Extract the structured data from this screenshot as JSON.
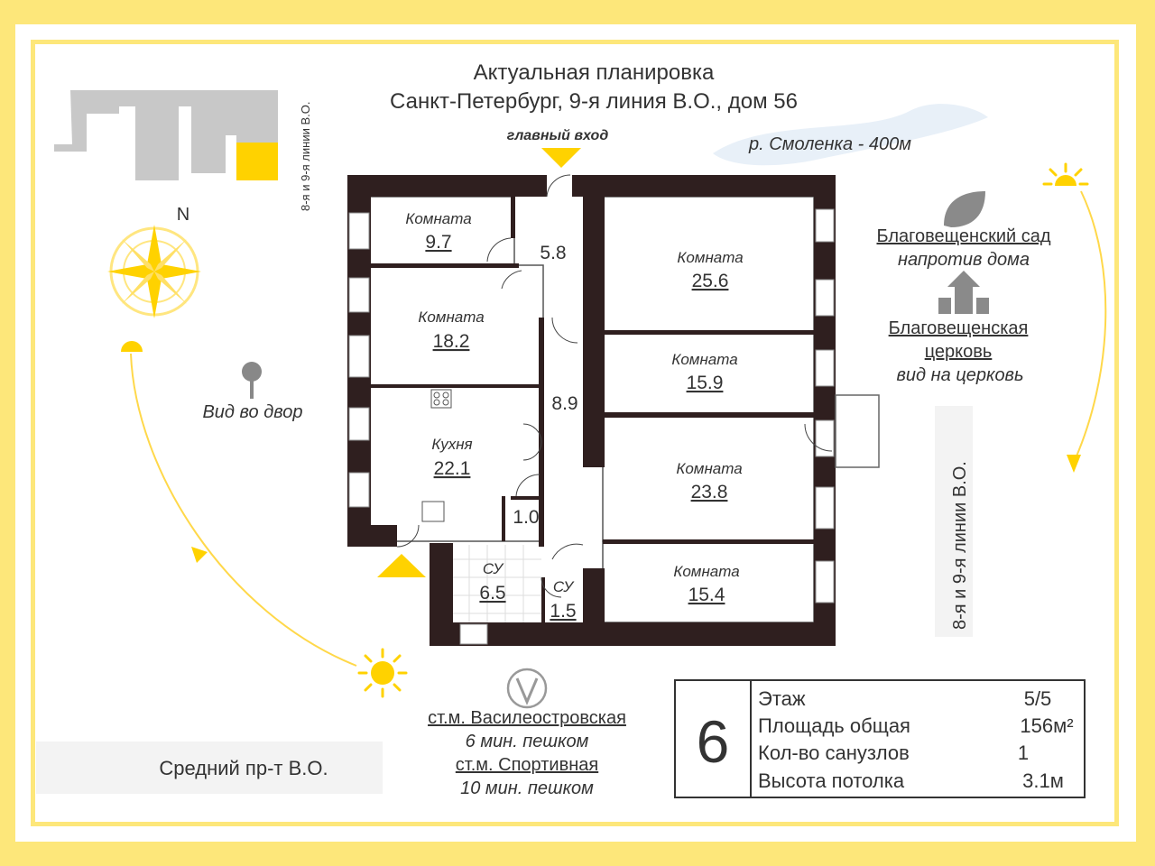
{
  "header": {
    "title": "Актуальная планировка",
    "address": "Санкт-Петербург, 9-я линия В.О., дом 56",
    "entrance_label": "главный вход",
    "river": "р. Смоленка - 400м"
  },
  "street_labels": {
    "vertical_small": "8-я и 9-я линии В.О.",
    "vertical_right": "8-я и 9-я линии В.О.",
    "bottom_left": "Средний пр-т В.О."
  },
  "compass": {
    "north": "N"
  },
  "courtyard": {
    "label": "Вид во двор"
  },
  "poi": {
    "garden_name": "Благовещенский сад",
    "garden_note": "напротив дома",
    "church_name_1": "Благовещенская",
    "church_name_2": "церковь",
    "church_note": "вид на церковь"
  },
  "metro": {
    "station1": "ст.м. Василеостровская",
    "time1": "6 мин. пешком",
    "station2": "ст.м. Спортивная",
    "time2": "10 мин. пешком"
  },
  "rooms": [
    {
      "id": "r1",
      "name": "Комната",
      "area": "9.7"
    },
    {
      "id": "hall",
      "name": "",
      "area": "5.8"
    },
    {
      "id": "r2",
      "name": "Комната",
      "area": "25.6"
    },
    {
      "id": "r3",
      "name": "Комната",
      "area": "18.2"
    },
    {
      "id": "r4",
      "name": "Комната",
      "area": "15.9"
    },
    {
      "id": "corr",
      "name": "",
      "area": "8.9"
    },
    {
      "id": "kitchen",
      "name": "Кухня",
      "area": "22.1"
    },
    {
      "id": "r5",
      "name": "Комната",
      "area": "23.8"
    },
    {
      "id": "closet",
      "name": "",
      "area": "1.0"
    },
    {
      "id": "bath1",
      "name": "СУ",
      "area": "6.5"
    },
    {
      "id": "bath2",
      "name": "СУ",
      "area": "1.5"
    },
    {
      "id": "r6",
      "name": "Комната",
      "area": "15.4"
    }
  ],
  "info": {
    "number": "6",
    "rows": [
      {
        "label": "Этаж",
        "value": "5/5"
      },
      {
        "label": "Площадь общая",
        "value": "156м²"
      },
      {
        "label": "Кол-во санузлов",
        "value": "1"
      },
      {
        "label": "Высота потолка",
        "value": "3.1м"
      }
    ]
  },
  "colors": {
    "accent": "#ffd200",
    "frame": "#fde77a",
    "wall": "#2f1f1f",
    "text": "#333333"
  }
}
